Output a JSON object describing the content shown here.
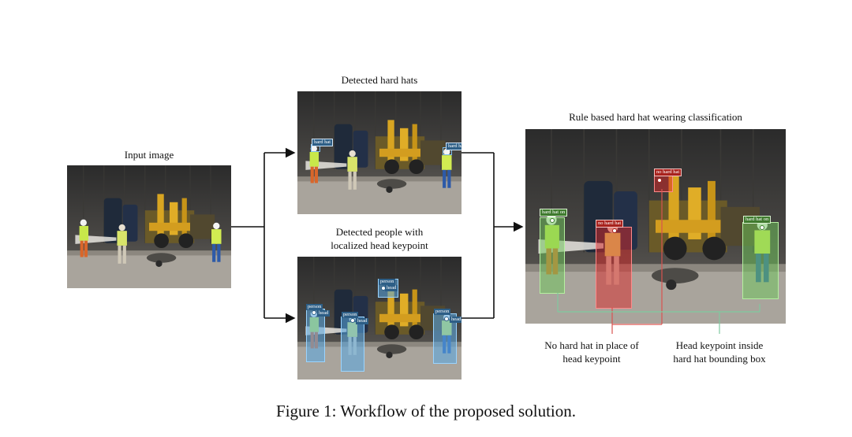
{
  "labels": {
    "input_image": "Input image",
    "detected_hard_hats": "Detected hard hats",
    "detected_people_l1": "Detected people with",
    "detected_people_l2": "localized head keypoint",
    "rule_based": "Rule based hard hat wearing classification",
    "no_hat_note_l1": "No hard hat in place of",
    "no_hat_note_l2": "head keypoint",
    "keypoint_note_l1": "Head keypoint inside",
    "keypoint_note_l2": "hard hat bounding box"
  },
  "detection_tags": {
    "hard_hat": "hard hat",
    "person": "person",
    "head": "head",
    "hard_hat_on": "hard hat on",
    "no_hard_hat": "no hard hat"
  },
  "caption": "Figure 1: Workflow of the proposed solution.",
  "colors": {
    "hard_hat_box": "#7fc0f2",
    "person_box": "#5aaae6",
    "no_hard_hat_box": "#dc2828",
    "hard_hat_on_box": "#6ec85a",
    "red_connector": "#d9534f",
    "green_connector": "#7fc9a0"
  }
}
